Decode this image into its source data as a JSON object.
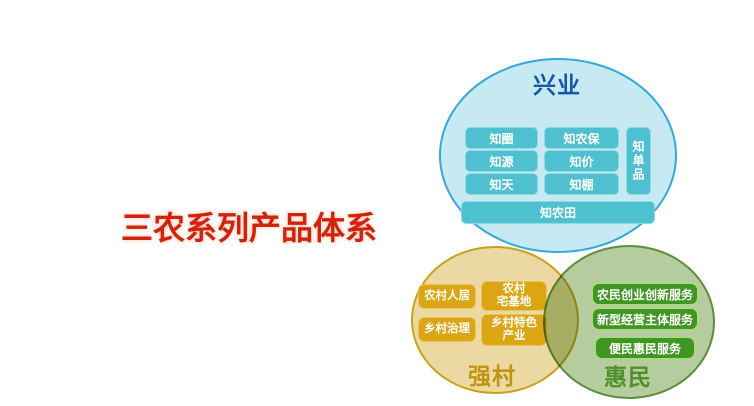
{
  "main_title": {
    "text": "三农系列产品体系",
    "color": "#d0220e"
  },
  "venn": {
    "industry": {
      "title": "兴业",
      "grid": [
        "知圈",
        "知农保",
        "知源",
        "知价",
        "知天",
        "知棚"
      ],
      "side": "知单品",
      "wide": "知农田",
      "colors": {
        "fill": "#c6e9f2",
        "border": "#35a9db",
        "box_fill": "#4fc0cf",
        "box_border": "#8cd9e2",
        "title": "#1857a8"
      }
    },
    "village": {
      "title": "强村",
      "items": [
        "农村人居",
        "农村\n宅基地",
        "乡村治理",
        "乡村特色\n产业"
      ],
      "colors": {
        "fill": "#ecd9a1",
        "border": "#c8a21c",
        "box_fill": "#dca513",
        "title": "#c1940f"
      }
    },
    "people": {
      "title": "惠民",
      "items": [
        "农民创业创新服务",
        "新型经营主体服务",
        "便民惠民服务"
      ],
      "colors": {
        "fill": "#b5cd9e",
        "border": "#5a8f3c",
        "box_fill": "#3f9622",
        "box_border": "#aed687",
        "title": "#50902c"
      }
    }
  }
}
